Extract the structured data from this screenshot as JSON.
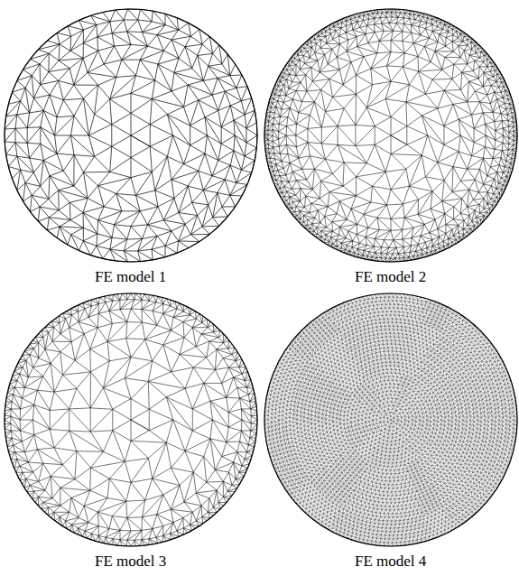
{
  "diagram": {
    "labels": [
      "FE model 1",
      "FE model 2",
      "FE model 3",
      "FE model 4"
    ]
  }
}
